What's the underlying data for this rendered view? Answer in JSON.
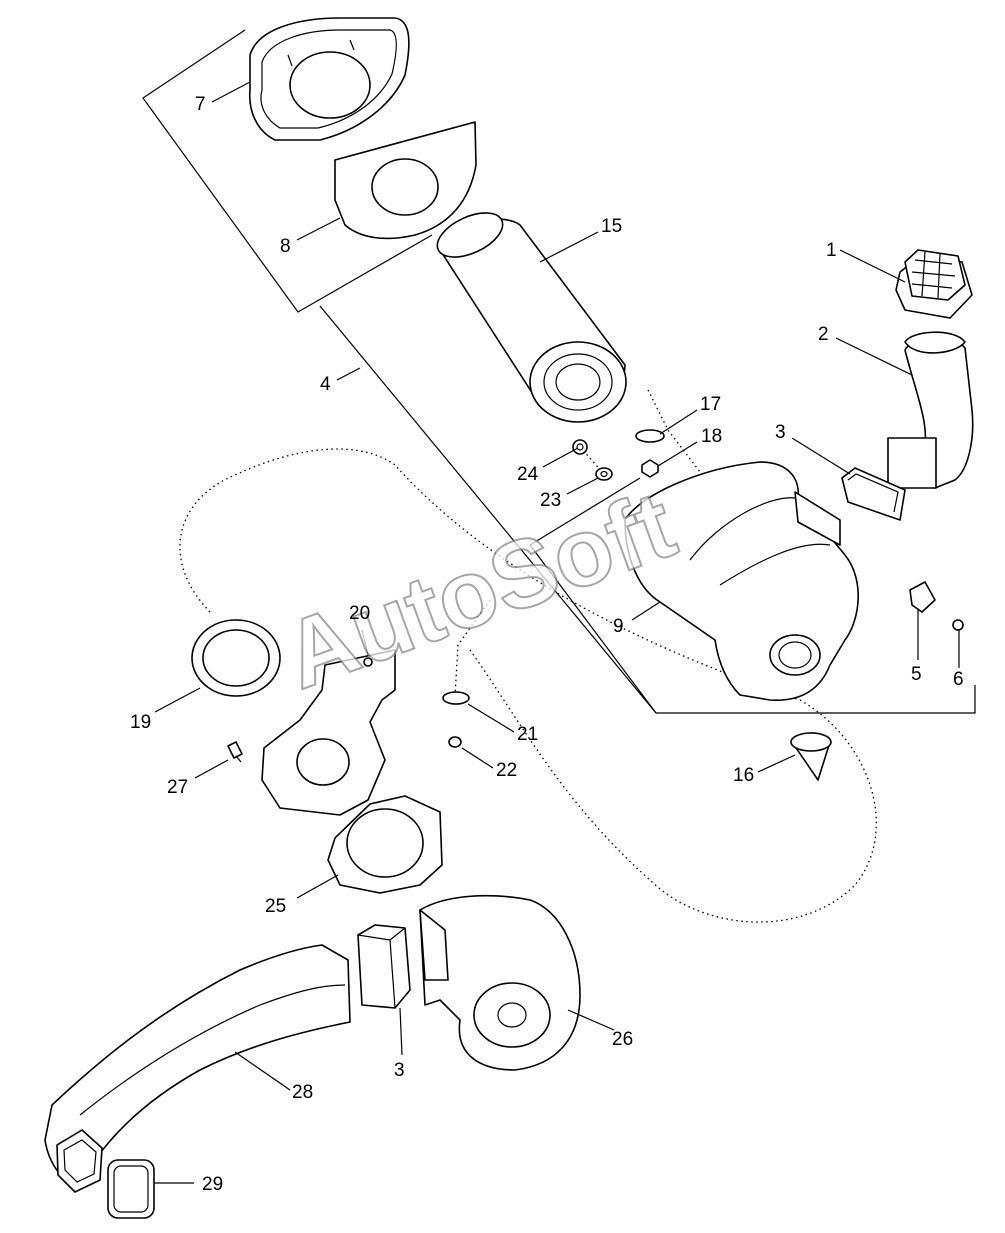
{
  "watermark": "AutoSoft",
  "callouts": {
    "c1": "1",
    "c2": "2",
    "c3a": "3",
    "c3b": "3",
    "c4": "4",
    "c5": "5",
    "c6": "6",
    "c7": "7",
    "c8": "8",
    "c9": "9",
    "c15": "15",
    "c16": "16",
    "c17": "17",
    "c18": "18",
    "c19": "19",
    "c20": "20",
    "c21": "21",
    "c22": "22",
    "c23": "23",
    "c24": "24",
    "c25": "25",
    "c26": "26",
    "c27": "27",
    "c28": "28",
    "c29": "29"
  }
}
